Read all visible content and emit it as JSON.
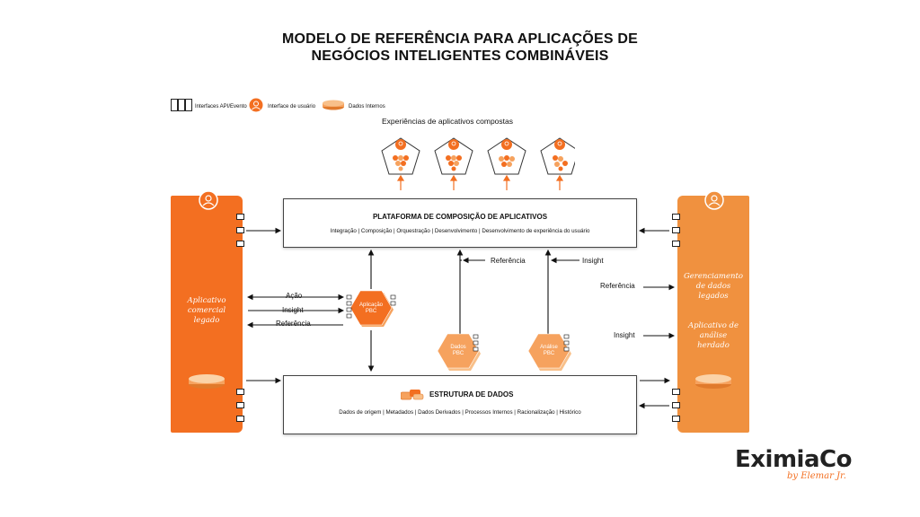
{
  "title": {
    "line1": "MODELO DE REFERÊNCIA PARA APLICAÇÕES DE",
    "line2": "NEGÓCIOS INTELIGENTES COMBINÁVEIS"
  },
  "legend": {
    "api": "Interfaces API/Evento",
    "user": "Interface de usuário",
    "data": "Dados Internos"
  },
  "experiences_label": "Experiências de aplicativos compostas",
  "platform": {
    "title": "PLATAFORMA DE COMPOSIÇÃO DE APLICATIVOS",
    "subtitle": "Integração | Composição | Orquestração | Desenvolvimento | Desenvolvimento de experiência do usuário"
  },
  "data_structure": {
    "title": "ESTRUTURA DE DADOS",
    "subtitle": "Dados de origem | Metadados | Dados Derivados | Processos Internos | Racionalização | Histórico"
  },
  "left_app": {
    "line1": "Aplicativo",
    "line2": "comercial",
    "line3": "legado"
  },
  "right_app": {
    "mgmt1": "Gerenciamento",
    "mgmt2": "de dados",
    "mgmt3": "legados",
    "analytics1": "Aplicativo de",
    "analytics2": "análise",
    "analytics3": "herdado"
  },
  "pbc": {
    "app1": "Aplicação",
    "app2": "PBC",
    "data1": "Dados",
    "data2": "PBC",
    "analysis1": "Análise",
    "analysis2": "PBC"
  },
  "labels": {
    "acao": "Ação",
    "insight_left": "Insight",
    "referencia_left": "Referência",
    "referencia_mid": "Referência",
    "insight_mid": "Insight",
    "referencia_right": "Referência",
    "insight_right": "Insight"
  },
  "logo": {
    "name": "EXIMIACO",
    "display": "EximiaCo",
    "tagline": "by Elemar Jr."
  },
  "colors": {
    "orange": "#f36f21",
    "light_orange": "#f0913f",
    "pale_orange": "#f6b277"
  }
}
